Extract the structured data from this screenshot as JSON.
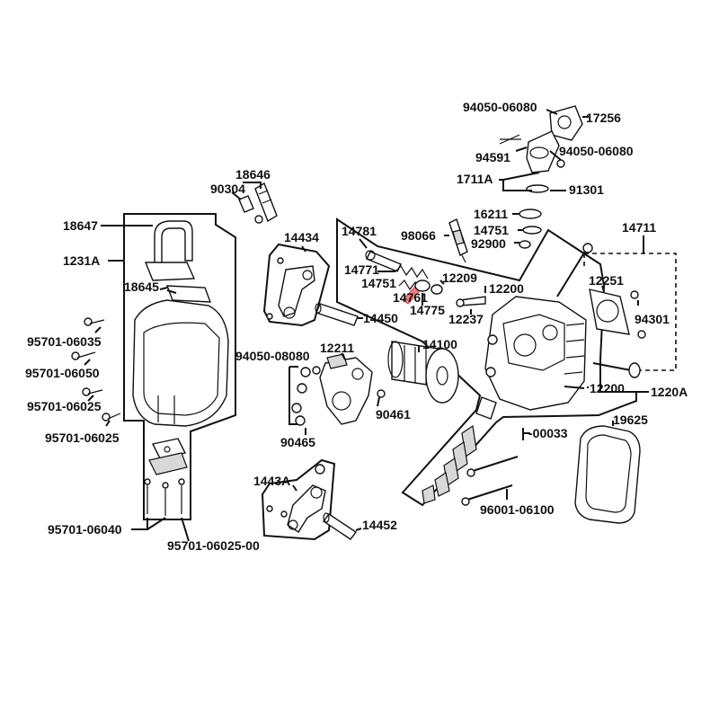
{
  "diagram": {
    "labels": {
      "p94050_06080_top": "94050-06080",
      "p17256": "17256",
      "p94591": "94591",
      "p94050_06080_right": "94050-06080",
      "p1711A": "1711A",
      "p91301": "91301",
      "p18646": "18646",
      "p90304": "90304",
      "p18647": "18647",
      "p1231A": "1231A",
      "p18645": "18645",
      "p95701_06035": "95701-06035",
      "p95701_06050": "95701-06050",
      "p95701_06025": "95701-06025",
      "p95701_06025b": "95701-06025",
      "p95701_06040": "95701-06040",
      "p95701_06025_00": "95701-06025-00",
      "p14434": "14434",
      "p14450": "14450",
      "p94050_08080": "94050-08080",
      "p12211": "12211",
      "p90461": "90461",
      "p90465": "90465",
      "p1443A": "1443A",
      "p14452": "14452",
      "p14781": "14781",
      "p98066": "98066",
      "p16211": "16211",
      "p14751a": "14751",
      "p92900": "92900",
      "p14711": "14711",
      "p14771": "14771",
      "p14751b": "14751",
      "p14761": "14761",
      "p14775": "14775",
      "p12209": "12209",
      "p12200a": "12200",
      "p12237": "12237",
      "p12251": "12251",
      "p94301": "94301",
      "p14100": "14100",
      "p12200b": "12200",
      "p1220A": "1220A",
      "p00033": "-00033",
      "p19625": "19625",
      "p96001_06100": "96001-06100"
    }
  }
}
